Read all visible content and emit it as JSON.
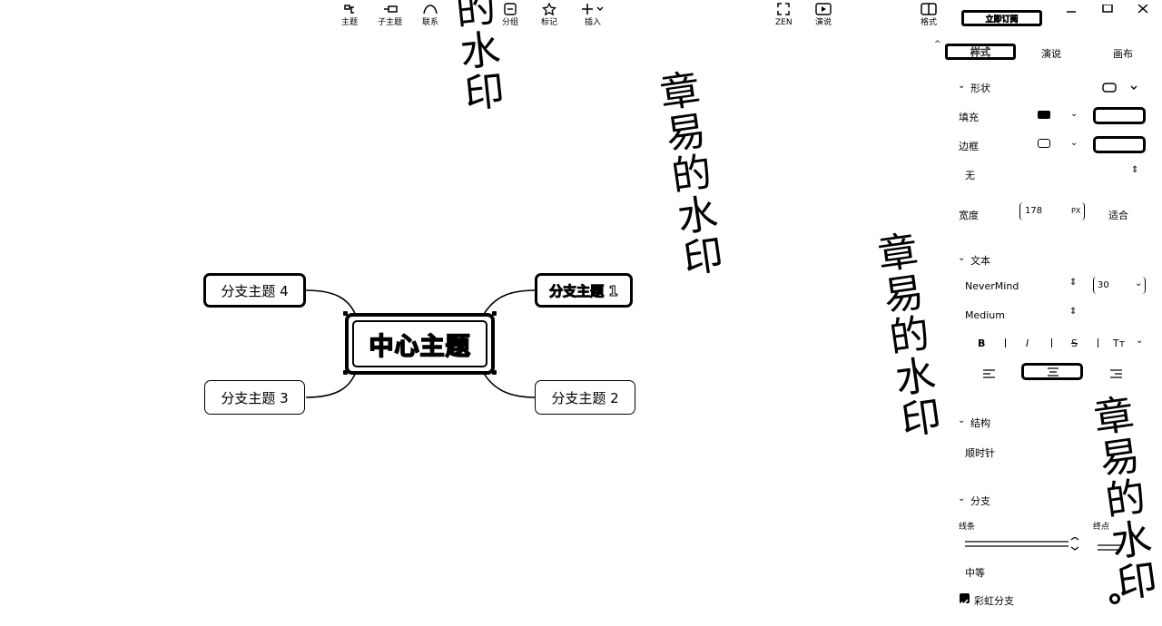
{
  "toolbar": {
    "topic": "主题",
    "subtopic": "子主题",
    "relation": "联系",
    "summary": "分组",
    "marker": "标记",
    "insert": "插入",
    "zen": "ZEN",
    "present": "演说",
    "format": "格式",
    "subscribe": "立即订阅"
  },
  "canvas": {
    "central": "中心主题",
    "branch1": "分支主题 1",
    "branch2": "分支主题 2",
    "branch3": "分支主题 3",
    "branch4": "分支主题 4"
  },
  "watermark": [
    "章",
    "易",
    "的",
    "水",
    "印"
  ],
  "panel": {
    "tabs": [
      "样式",
      "演说",
      "画布"
    ],
    "shape_section": "形状",
    "fill_label": "填充",
    "border_label": "边框",
    "border_style": "无",
    "width_label": "宽度",
    "width_value": "178",
    "width_unit": "PX",
    "fit_label": "适合",
    "text_section": "文本",
    "font_family": "NeverMind",
    "font_size": "30",
    "font_weight": "Medium",
    "bold": "B",
    "italic": "I",
    "strike": "S",
    "case": "Tт",
    "structure_section": "结构",
    "structure_value": "顺时针",
    "branch_section": "分支",
    "line_label": "线条",
    "end_label": "终点",
    "line_weight": "中等",
    "rainbow_label": "彩虹分支"
  }
}
